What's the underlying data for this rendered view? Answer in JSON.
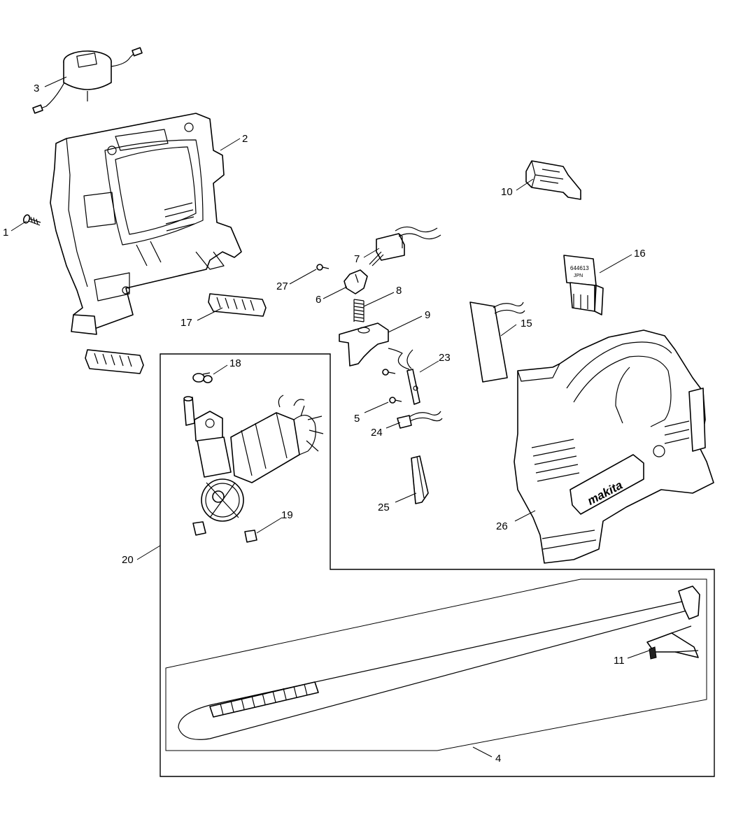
{
  "diagram": {
    "callouts": {
      "c1": "1",
      "c2": "2",
      "c3": "3",
      "c4": "4",
      "c5": "5",
      "c6": "6",
      "c7": "7",
      "c8": "8",
      "c9": "9",
      "c10": "10",
      "c11": "11",
      "c15": "15",
      "c16": "16",
      "c17": "17",
      "c18": "18",
      "c19": "19",
      "c20": "20",
      "c23": "23",
      "c24": "24",
      "c25": "25",
      "c26": "26",
      "c27": "27"
    },
    "brand_logo_text": "makita",
    "module_label_line1": "644613",
    "module_label_line2": "JPN"
  }
}
